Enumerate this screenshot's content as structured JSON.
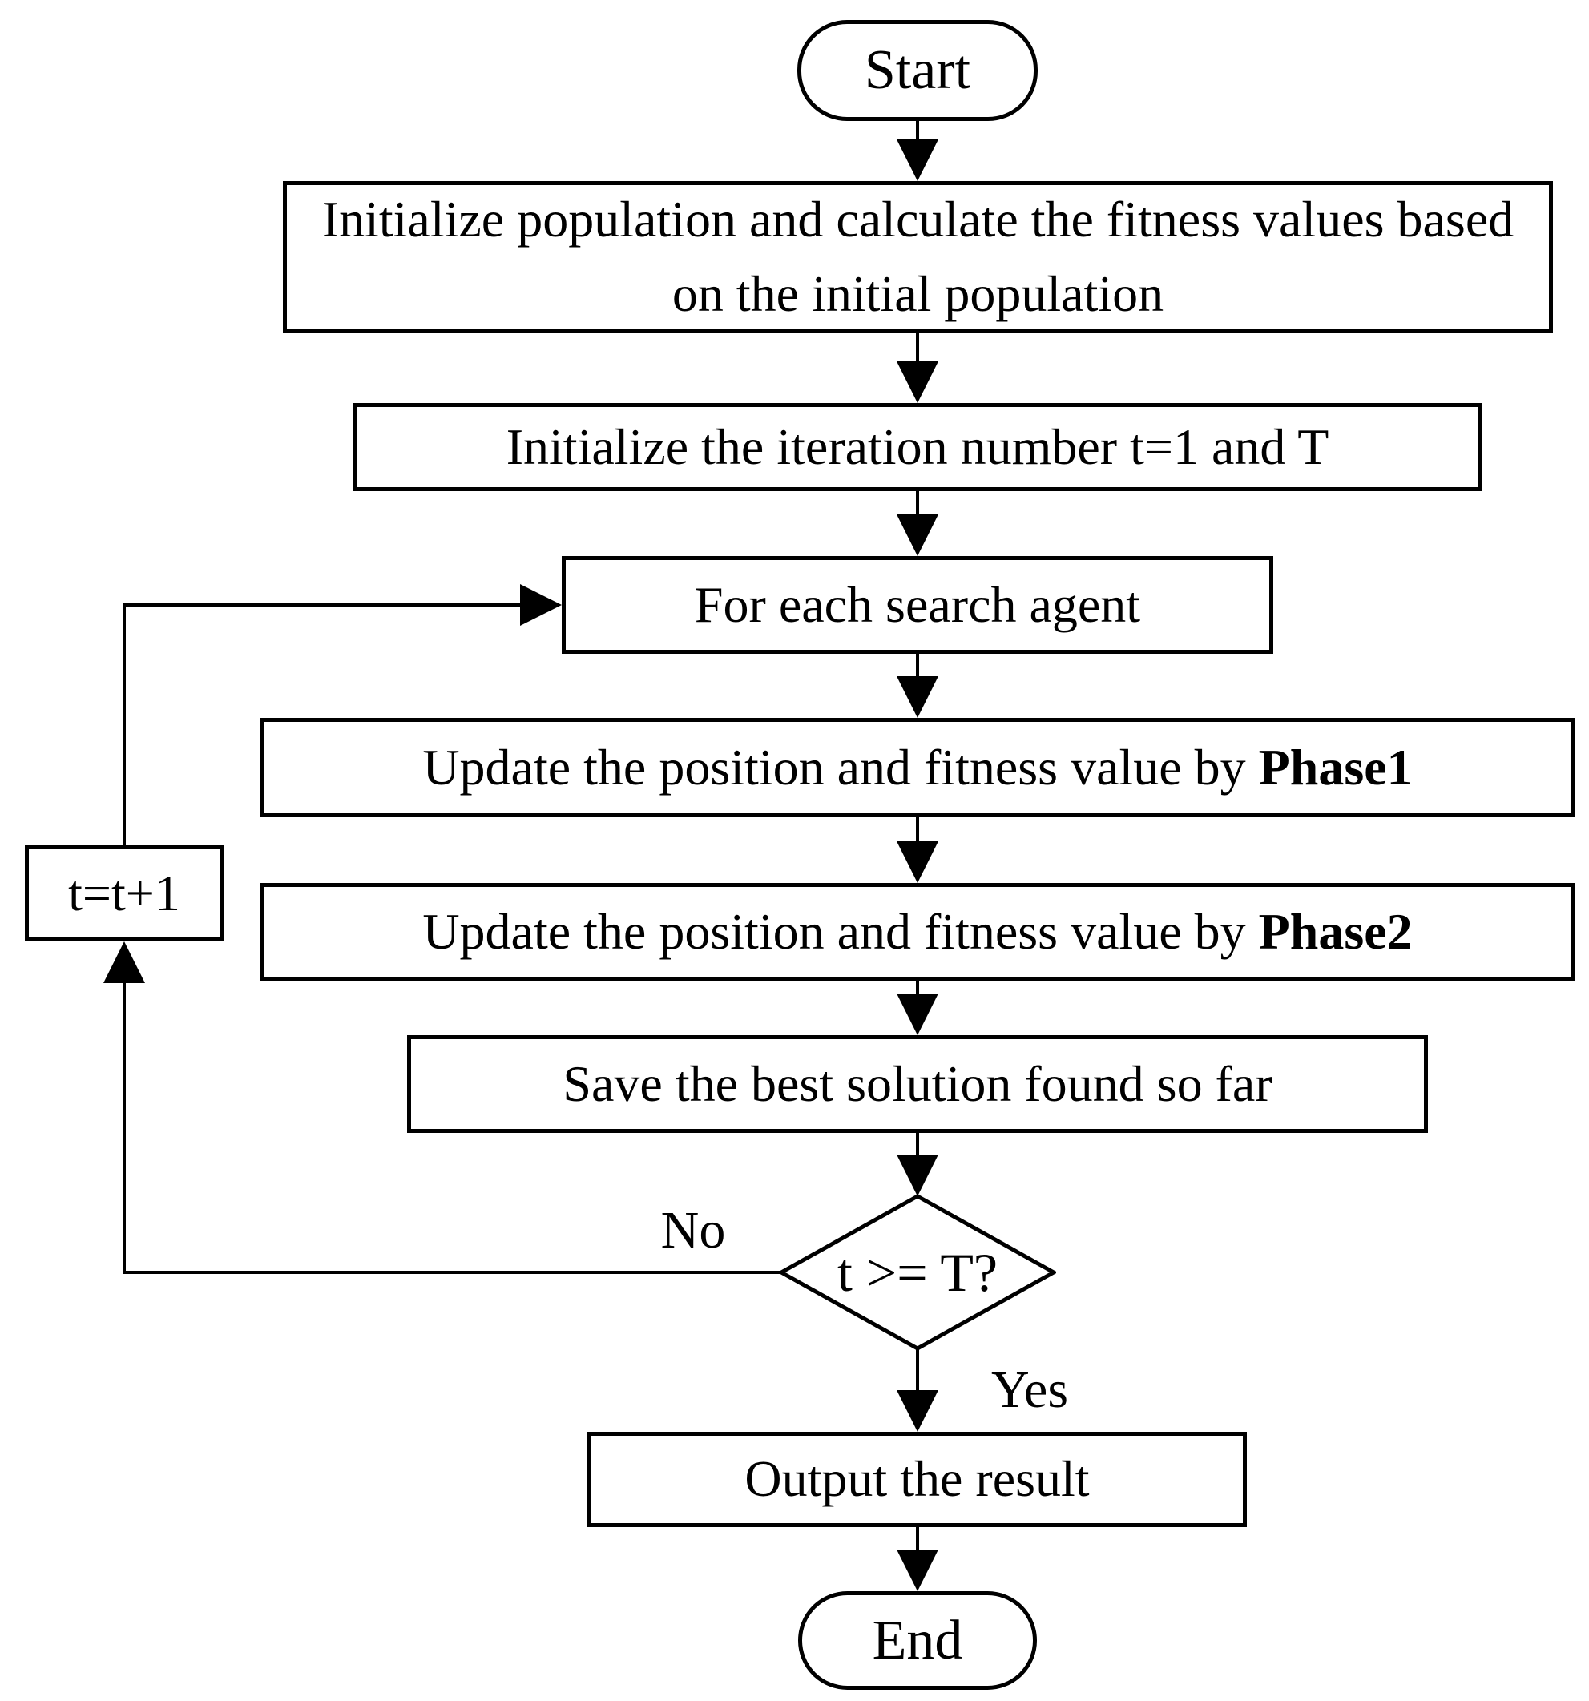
{
  "nodes": {
    "start": "Start",
    "init_population": "Initialize population and calculate the fitness values based on the initial population",
    "init_iteration": "Initialize the iteration number t=1 and T",
    "for_each_agent": "For each search agent",
    "phase1": {
      "text": "Update the position and fitness value by ",
      "bold": "Phase1"
    },
    "phase2": {
      "text": "Update the position and fitness value by ",
      "bold": "Phase2"
    },
    "save_best": "Save the best solution found so far",
    "decision": "t >= T?",
    "increment": "t=t+1",
    "output": "Output the result",
    "end": "End"
  },
  "edge_labels": {
    "no": "No",
    "yes": "Yes"
  },
  "colors": {
    "stroke": "#000000",
    "fill": "#ffffff",
    "text": "#000000",
    "background": "#ffffff"
  }
}
